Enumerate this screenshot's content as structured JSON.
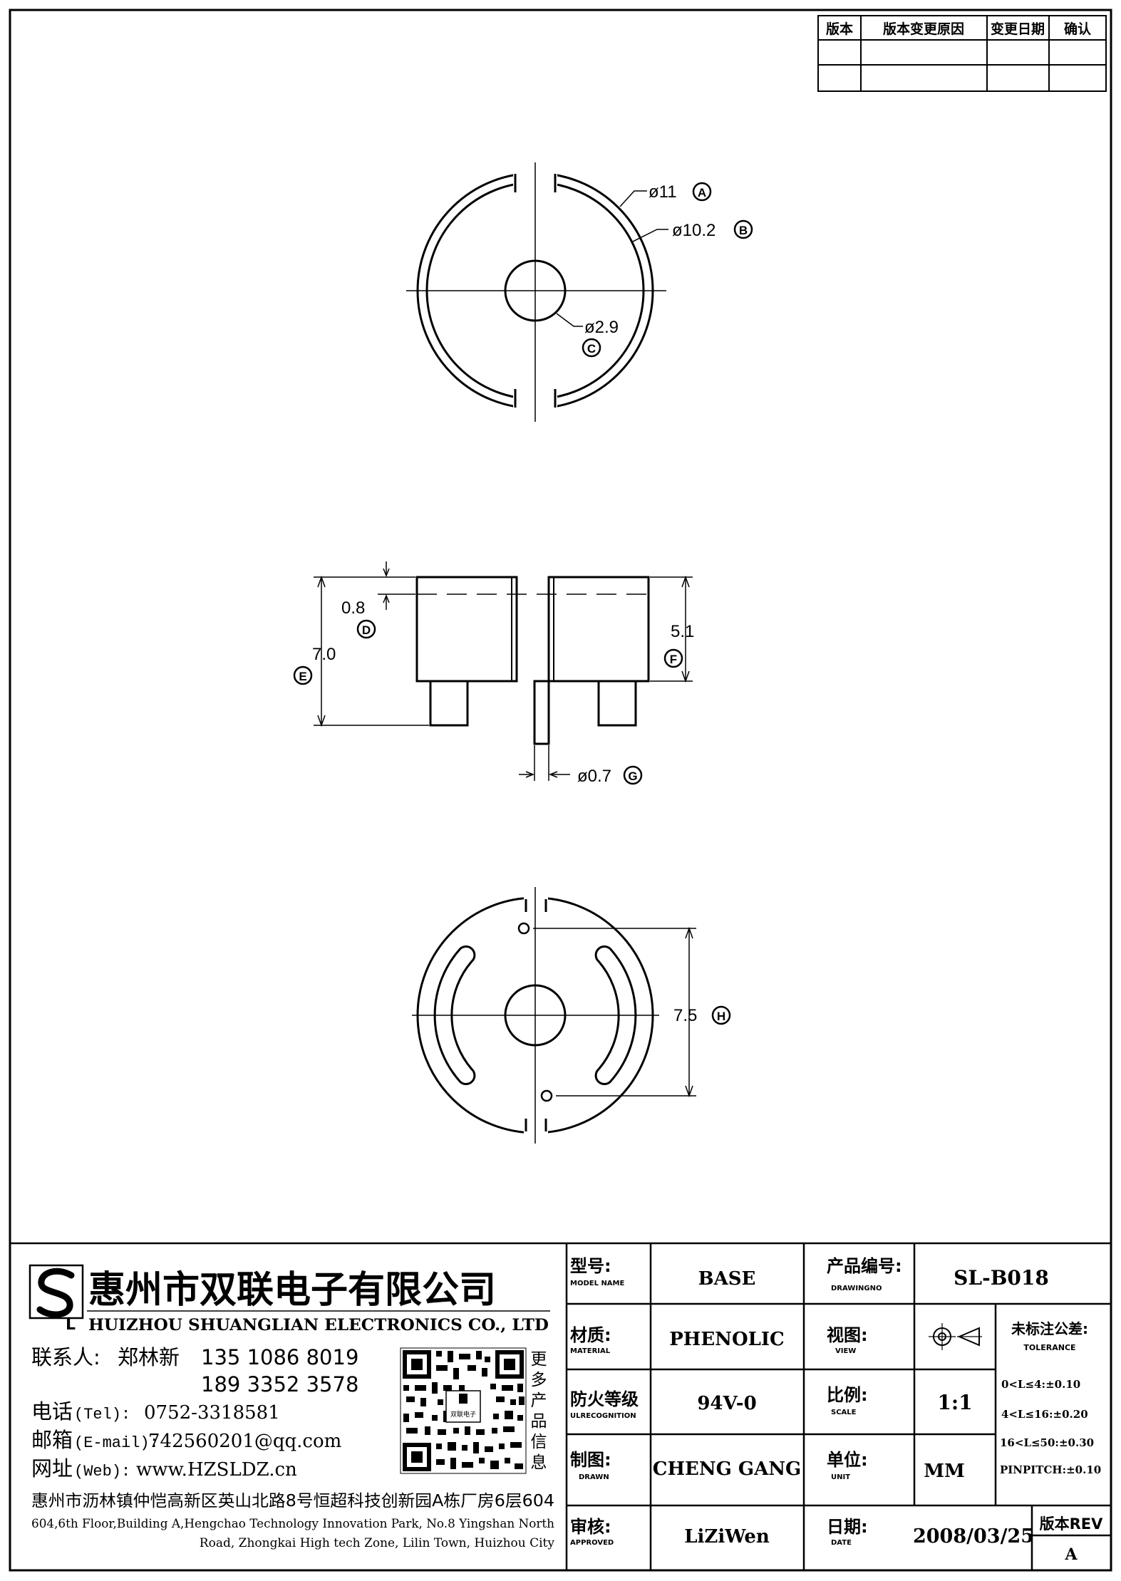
{
  "revision_table": {
    "headers": [
      "版本",
      "版本变更原因",
      "变更日期",
      "确认"
    ]
  },
  "callouts": {
    "a": {
      "dim": "ø11",
      "letter": "A"
    },
    "b": {
      "dim": "ø10.2",
      "letter": "B"
    },
    "c": {
      "dim": "ø2.9",
      "letter": "C"
    },
    "d": {
      "dim": "0.8",
      "letter": "D"
    },
    "e": {
      "dim": "7.0",
      "letter": "E"
    },
    "f": {
      "dim": "5.1",
      "letter": "F"
    },
    "g": {
      "dim": "ø0.7",
      "letter": "G"
    },
    "h": {
      "dim": "7.5",
      "letter": "H"
    }
  },
  "company": {
    "name_cn": "惠州市双联电子有限公司",
    "name_en": "HUIZHOU SHUANGLIAN ELECTRONICS CO., LTD",
    "contact_label": "联系人:",
    "contact_name": "郑林新",
    "phone1": "135 1086 8019",
    "phone2": "189 3352 3578",
    "tel_label": "电话",
    "tel_sub": "(Tel):",
    "tel": "0752-3318581",
    "mail_label": "邮箱",
    "mail_sub": "(E-mail):",
    "email": "742560201@qq.com",
    "web_label": "网址",
    "web_sub": "(Web):",
    "web": "www.HZSLDZ.cn",
    "more_info": [
      "更",
      "多",
      "产",
      "品",
      "信",
      "息"
    ],
    "qr_caption": "双联电子",
    "address_cn": "惠州市沥林镇仲恺高新区英山北路8号恒超科技创新园A栋厂房6层604",
    "address_en_1": "604,6th Floor,Building A,Hengchao Technology Innovation Park, No.8 Yingshan North",
    "address_en_2": "Road, Zhongkai High tech Zone, Lilin Town, Huizhou City"
  },
  "title_block": {
    "model_label": "型号:",
    "model_sub": "MODEL NAME",
    "model": "BASE",
    "drawing_label": "产品编号:",
    "drawing_sub": "DRAWINGNO",
    "drawing_no": "SL-B018",
    "material_label": "材质:",
    "material_sub": "MATERIAL",
    "material": "PHENOLIC",
    "view_label": "视图:",
    "view_sub": "VIEW",
    "fire_label": "防火等级",
    "fire_sub": "ULRECOGNITION",
    "fire": "94V-0",
    "scale_label": "比例:",
    "scale_sub": "SCALE",
    "scale": "1:1",
    "drawn_label": "制图:",
    "drawn_sub": "DRAWN",
    "drawn": "CHENG GANG",
    "unit_label": "单位:",
    "unit_sub": "UNIT",
    "unit": "MM",
    "approved_label": "审核:",
    "approved_sub": "APPROVED",
    "approved": "LiZiWen",
    "date_label": "日期:",
    "date_sub": "DATE",
    "date": "2008/03/25",
    "rev_label": "版本REV",
    "rev": "A",
    "tolerance_label": "未标注公差:",
    "tolerance_sub": "TOLERANCE",
    "tol1": "0<L≤4:±0.10",
    "tol2": "4<L≤16:±0.20",
    "tol3": "16<L≤50:±0.30",
    "tol4": "PINPITCH:±0.10"
  }
}
